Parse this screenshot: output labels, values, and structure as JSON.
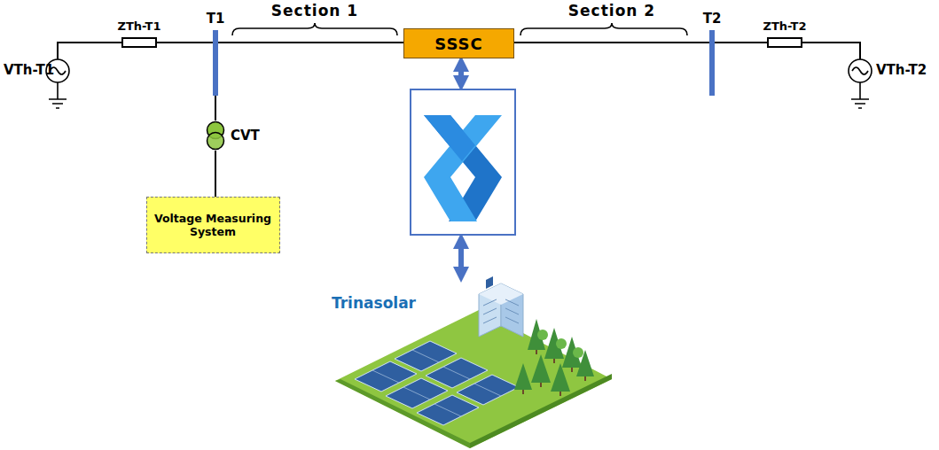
{
  "diagram": {
    "nodes": [
      {
        "text": [
          "SSSC"
        ]
      },
      {
        "text": [
          "CVT"
        ]
      },
      {
        "text": [
          "Voltage Measuring System"
        ]
      }
    ],
    "edges": [
      {
        "from": 1,
        "to": 2,
        "arrow": "none"
      }
    ],
    "labels": [
      "VTh-T1",
      "ZTh-T1",
      "T1",
      "Section 1",
      "Section 2",
      "T2",
      "ZTh-T2",
      "VTh-T2",
      "Trinasolar"
    ]
  }
}
